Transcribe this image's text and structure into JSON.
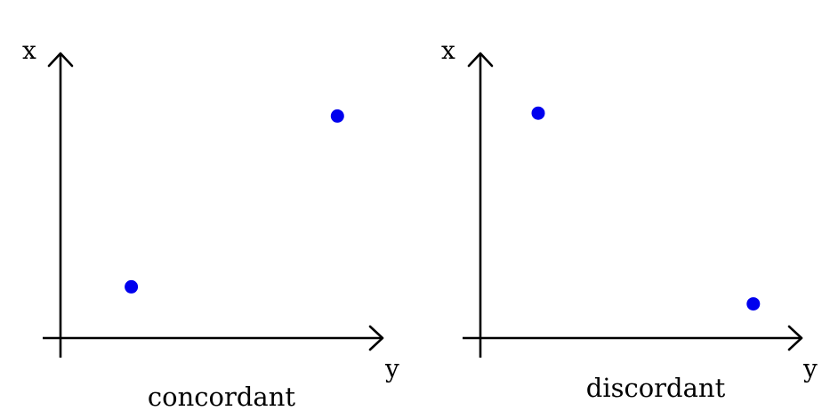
{
  "point_color": "#0000ee",
  "axis_color": "#000000",
  "panels": [
    {
      "caption": "concordant",
      "vertical_axis_label": "x",
      "horizontal_axis_label": "y",
      "points": [
        {
          "y": 0.18,
          "x": 0.22
        },
        {
          "y": 0.78,
          "x": 0.86
        }
      ]
    },
    {
      "caption": "discordant",
      "vertical_axis_label": "x",
      "horizontal_axis_label": "y",
      "points": [
        {
          "y": 0.12,
          "x": 0.85
        },
        {
          "y": 0.79,
          "x": 0.18
        }
      ]
    }
  ]
}
